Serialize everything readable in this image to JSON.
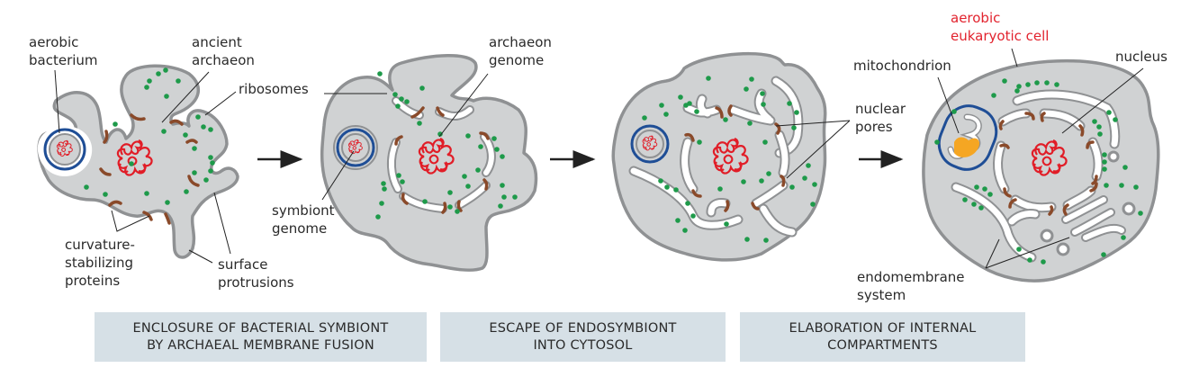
{
  "colors": {
    "cytoplasm": "#d0d2d3",
    "membrane": "#8f9193",
    "pore": "#8a4a2a",
    "archaeon_genome": "#e11d27",
    "symbiont_genome": "#f5a623",
    "bacterium_membrane": "#1f4e96",
    "ribosome": "#1e9a4a",
    "caption_bg": "#d6e0e6",
    "highlight_label": "#e2232e"
  },
  "stage1": {
    "labels": {
      "aerobic_bacterium": [
        "aerobic",
        "bacterium"
      ],
      "ancient_archaeon": [
        "ancient",
        "archaeon"
      ],
      "ribosomes": "ribosomes",
      "curvature_proteins": [
        "curvature-",
        "stabilizing",
        "proteins"
      ],
      "surface_protrusions": [
        "surface",
        "protrusions"
      ]
    },
    "caption": [
      "ENCLOSURE OF BACTERIAL SYMBIONT",
      "BY ARCHAEAL MEMBRANE FUSION"
    ]
  },
  "stage2": {
    "labels": {
      "archaeon_genome": [
        "archaeon",
        "genome"
      ],
      "symbiont_genome": [
        "symbiont",
        "genome"
      ]
    },
    "caption": [
      "ESCAPE OF ENDOSYMBIONT",
      "INTO CYTOSOL"
    ]
  },
  "stage3": {
    "labels": {
      "nuclear_pores": [
        "nuclear",
        "pores"
      ]
    },
    "caption": [
      "ELABORATION OF INTERNAL",
      "COMPARTMENTS"
    ]
  },
  "stage4": {
    "labels": {
      "aerobic_eukaryotic_cell": [
        "aerobic",
        "eukaryotic cell"
      ],
      "mitochondrion": "mitochondrion",
      "nucleus": "nucleus",
      "endomembrane_system": [
        "endomembrane",
        "system"
      ]
    }
  }
}
